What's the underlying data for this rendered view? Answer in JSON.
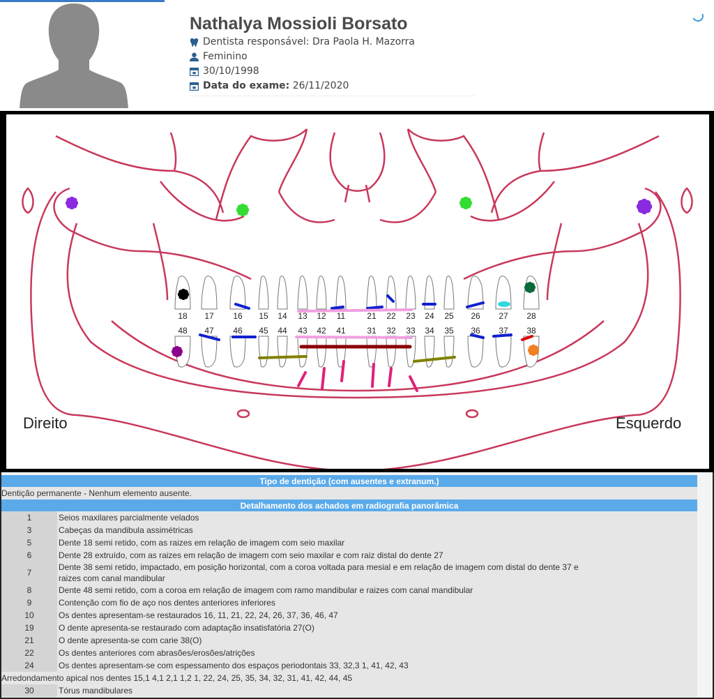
{
  "patient": {
    "name": "Nathalya Mossioli Borsato",
    "dentist": "Dentista responsável: Dra Paola H. Mazorra",
    "gender": "Feminino",
    "birthdate": "30/10/1998",
    "exam_label": "Data do exame:",
    "exam_date": "26/11/2020"
  },
  "diagram": {
    "right_label": "Direito",
    "left_label": "Esquerdo",
    "upper_teeth": [
      "18",
      "17",
      "16",
      "15",
      "14",
      "13",
      "12",
      "11",
      "21",
      "22",
      "23",
      "24",
      "25",
      "26",
      "27",
      "28"
    ],
    "lower_teeth": [
      "48",
      "47",
      "46",
      "45",
      "44",
      "43",
      "42",
      "41",
      "31",
      "32",
      "33",
      "34",
      "35",
      "36",
      "37",
      "38"
    ],
    "colors": {
      "outline": "#c8385a",
      "restoration": "#1020d0",
      "wire": "#8b0000",
      "splint": "#808000",
      "pink": "#f0a0e0",
      "arrow": "#e0207a",
      "sinus": "#33dd33",
      "condyle": "#8a2be2"
    }
  },
  "dentition": {
    "header": "Tipo de dentição (com ausentes e extranum.)",
    "value": "Dentição permanente - Nenhum elemento ausente."
  },
  "findings": {
    "header": "Detalhamento dos achados em radiografia panorâmica",
    "rows": [
      {
        "n": "1",
        "t": "Seios maxilares parcialmente velados"
      },
      {
        "n": "3",
        "t": "Cabeças da mandibula assimétricas"
      },
      {
        "n": "5",
        "t": "Dente 18 semi retido, com as raizes em relação de imagem com seio maxilar"
      },
      {
        "n": "6",
        "t": "Dente 28 extruído, com as raizes em relação de imagem com seio maxilar e com raiz distal do dente 27"
      },
      {
        "n": "7",
        "t": "Dente 38 semi retido, impactado, em posição horizontal, com a coroa voltada para mesial e em relação de imagem com distal do dente 37 e raizes com canal mandibular"
      },
      {
        "n": "8",
        "t": "Dente 48 semi retido, com a coroa em relação de imagem com ramo mandibular e raizes com canal mandibular"
      },
      {
        "n": "9",
        "t": "Contenção com fio de aço nos dentes anteriores inferiores"
      },
      {
        "n": "10",
        "t": "Os dentes apresentam-se restaurados 16, 11, 21, 22, 24, 26, 37, 36, 46, 47"
      },
      {
        "n": "19",
        "t": "O dente apresenta-se restaurado com adaptação insatisfatória 27(O)"
      },
      {
        "n": "21",
        "t": "O dente apresenta-se com carie 38(O)"
      },
      {
        "n": "22",
        "t": "Os dentes anteriores com abrasões/erosões/atrições"
      },
      {
        "n": "24",
        "t": "Os dentes apresentam-se com espessamento dos espaços periodontais 33, 32,3 1, 41, 42, 43"
      }
    ],
    "apical": "Arredondamento apical nos dentes 15,1 4,1 2,1 1,2 1, 22, 24, 25, 35, 34, 32, 31, 41, 42, 44, 45",
    "last": {
      "n": "30",
      "t": "Tórus mandibulares"
    }
  }
}
